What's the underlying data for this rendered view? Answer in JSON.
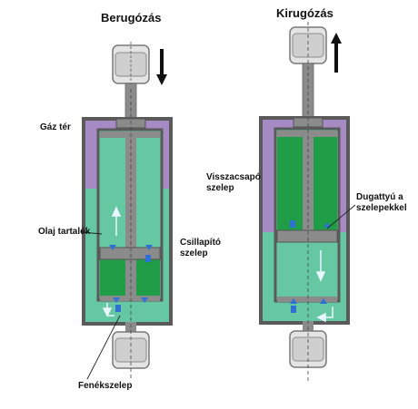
{
  "titles": {
    "compression": "Berugózás",
    "rebound": "Kirugózás"
  },
  "labels": {
    "gas_space": "Gáz tér",
    "oil_reservoir": "Olaj tartalék",
    "damping_valve_line1": "Csillapító",
    "damping_valve_line2": "szelep",
    "check_valve_line1": "Visszacsapó",
    "check_valve_line2": "szelep",
    "piston_line1": "Dugattyú a",
    "piston_line2": "szelepekkel",
    "bottom_valve": "Fenékszelep"
  },
  "colors": {
    "gas": "#a58ac3",
    "oil_light": "#66c8a2",
    "oil_dark": "#1f9e47",
    "metal": "#8b8b8b",
    "metal_dark": "#5a5a5a",
    "bushing": "#e4e4e4",
    "arrow": "#111111",
    "flow_arrow": "#e8f6ff",
    "valve": "#2f6fd6"
  },
  "icons": {
    "direction_down": "arrow-down-icon",
    "direction_up": "arrow-up-icon"
  }
}
